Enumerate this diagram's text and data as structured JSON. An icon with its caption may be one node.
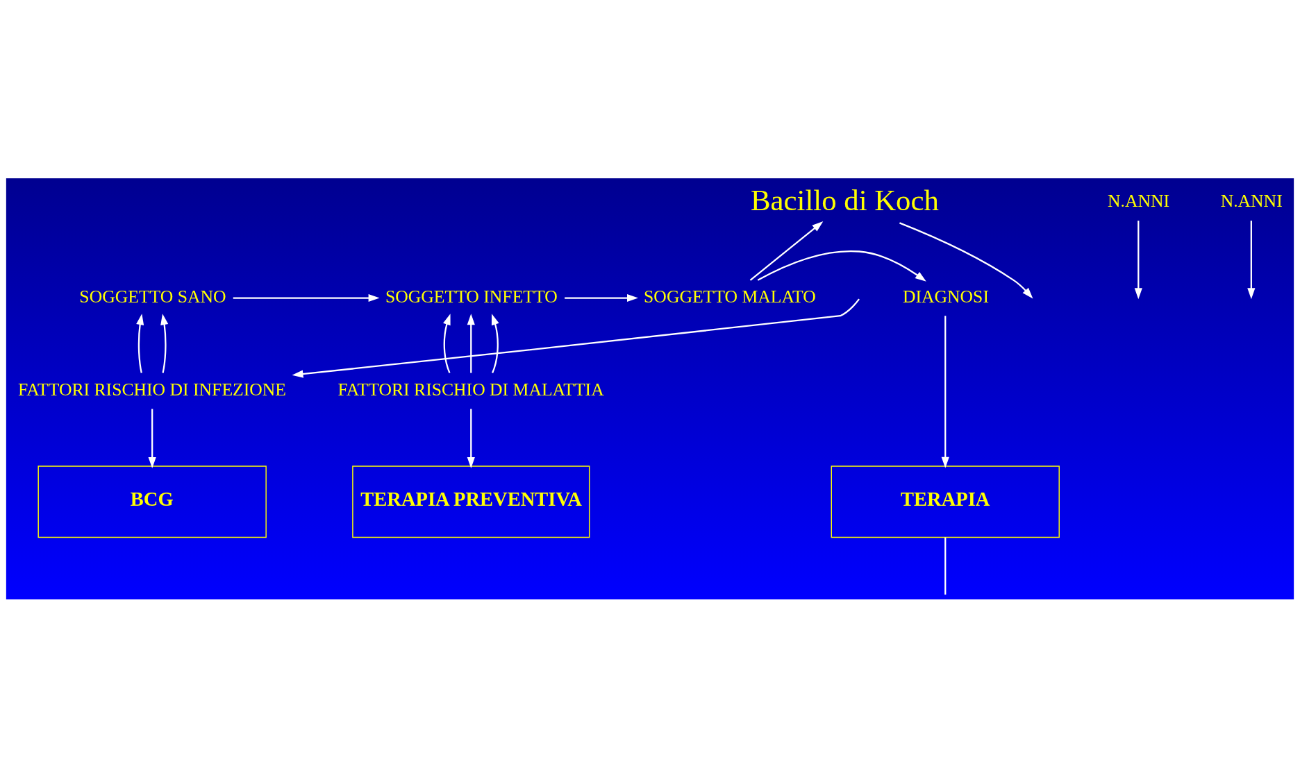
{
  "diagram": {
    "nodes": [
      {
        "text": [
          "Bacillo di Koch"
        ]
      },
      {
        "text": [
          "N.ANNI"
        ]
      },
      {
        "text": [
          "N.ANNI"
        ]
      },
      {
        "text": [
          "SOGGETTO SANO"
        ]
      },
      {
        "text": [
          "SOGGETTO INFETTO"
        ]
      },
      {
        "text": [
          "SOGGETTO MALATO"
        ]
      },
      {
        "text": [
          "DIAGNOSI"
        ]
      },
      {
        "text": [
          "FATTORI RISCHIO DI INFEZIONE"
        ]
      },
      {
        "text": [
          "FATTORI RISCHIO DI MALATTIA"
        ]
      },
      {
        "text": [
          "BCG"
        ]
      },
      {
        "text": [
          "TERAPIA PREVENTIVA"
        ]
      },
      {
        "text": [
          "TERAPIA"
        ]
      }
    ],
    "edges": [
      {
        "from": 0,
        "to": null,
        "arrow": "to"
      },
      {
        "from": 1,
        "to": null,
        "arrow": "to"
      },
      {
        "from": 2,
        "to": null,
        "arrow": "to"
      },
      {
        "from": 3,
        "to": 4,
        "arrow": "to"
      },
      {
        "from": 4,
        "to": 5,
        "arrow": "to"
      },
      {
        "from": 5,
        "to": 6,
        "arrow": "to"
      },
      {
        "from": 5,
        "to": 0,
        "arrow": "to"
      },
      {
        "from": 7,
        "to": 3,
        "arrow": "to"
      },
      {
        "from": 7,
        "to": 3,
        "arrow": "to"
      },
      {
        "from": 8,
        "to": 4,
        "arrow": "to"
      },
      {
        "from": 8,
        "to": 4,
        "arrow": "to"
      },
      {
        "from": 8,
        "to": 4,
        "arrow": "to"
      },
      {
        "from": 7,
        "to": 9,
        "arrow": "to"
      },
      {
        "from": 8,
        "to": 10,
        "arrow": "to"
      },
      {
        "from": 6,
        "to": 11,
        "arrow": "to"
      },
      {
        "from": null,
        "to": 7,
        "arrow": "to"
      },
      {
        "from": 11,
        "to": null,
        "arrow": "none"
      }
    ]
  }
}
